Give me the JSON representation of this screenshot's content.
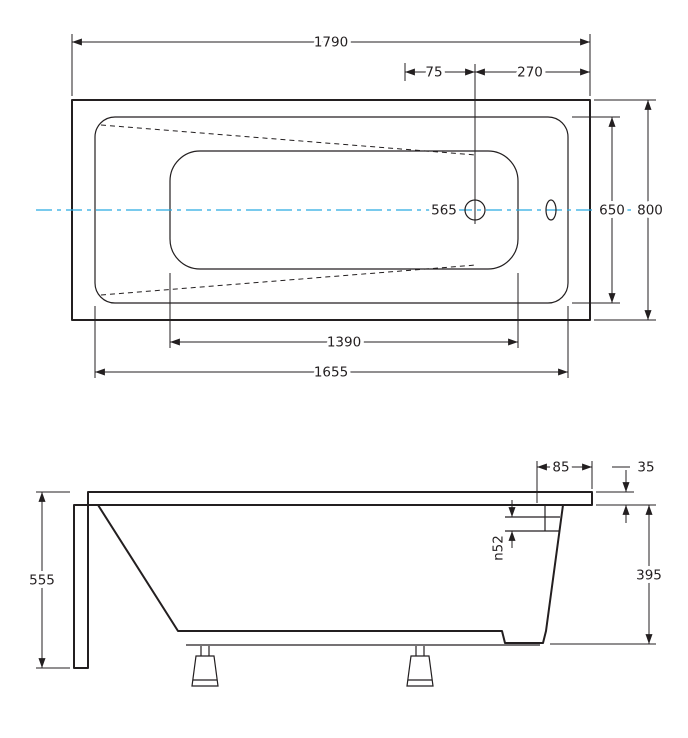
{
  "drawing": {
    "type": "technical-dimension-drawing",
    "subject": "rectangular bathtub, top view and side view",
    "colors": {
      "line": "#231f20",
      "centerline": "#29abe2",
      "background": "#ffffff"
    }
  },
  "top_view": {
    "dimensions": {
      "overall_length": "1790",
      "drain_spacing": "75",
      "drain_from_end": "270",
      "width_at_drain": "565",
      "inner_width": "650",
      "overall_width": "800",
      "bottom_length": "1390",
      "inner_length": "1655"
    }
  },
  "side_view": {
    "dimensions": {
      "end_shelf": "85",
      "rim_thickness": "35",
      "overflow_diameter": "n52",
      "depth": "395",
      "overall_height": "555"
    }
  }
}
